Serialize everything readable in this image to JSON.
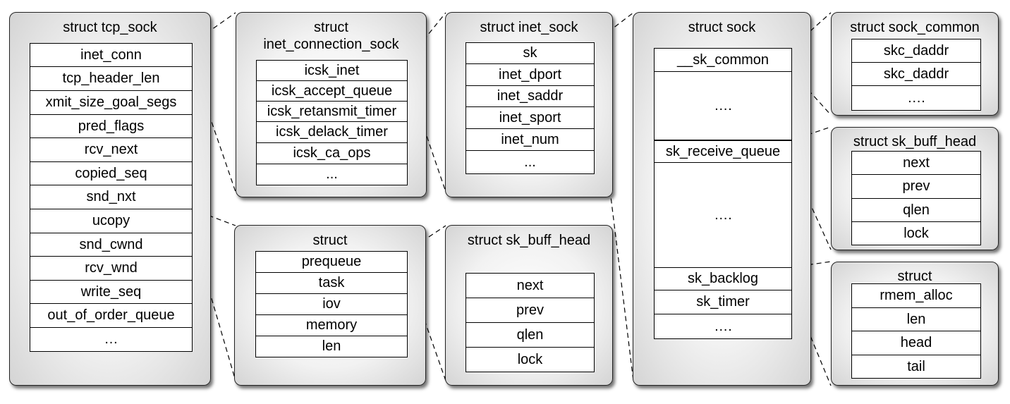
{
  "tcp_sock": {
    "title": "struct tcp_sock",
    "fields": [
      "inet_conn",
      "tcp_header_len",
      "xmit_size_goal_segs",
      "pred_flags",
      "rcv_next",
      "copied_seq",
      "snd_nxt",
      "ucopy",
      "snd_cwnd",
      "rcv_wnd",
      "write_seq",
      "out_of_order_queue",
      "…"
    ]
  },
  "inet_connection_sock": {
    "title": "struct\ninet_connection_sock",
    "fields": [
      "icsk_inet",
      "icsk_accept_queue",
      "icsk_retansmit_timer",
      "icsk_delack_timer",
      "icsk_ca_ops",
      "..."
    ]
  },
  "inet_sock": {
    "title": "struct inet_sock",
    "fields": [
      "sk",
      "inet_dport",
      "inet_saddr",
      "inet_sport",
      "inet_num",
      "..."
    ]
  },
  "ucopy_struct": {
    "title": "struct",
    "fields": [
      "prequeue",
      "task",
      "iov",
      "memory",
      "len"
    ]
  },
  "sk_buff_head_left": {
    "title": "struct sk_buff_head",
    "fields": [
      "next",
      "prev",
      "qlen",
      "lock"
    ]
  },
  "sock": {
    "title": "struct sock",
    "fields": [
      "__sk_common",
      "….",
      "sk_receive_queue",
      "….",
      "sk_backlog",
      "sk_timer",
      "…."
    ]
  },
  "sock_common": {
    "title": "struct sock_common",
    "fields": [
      "skc_daddr",
      "skc_daddr",
      "…."
    ]
  },
  "sk_buff_head_right": {
    "title": "struct sk_buff_head",
    "fields": [
      "next",
      "prev",
      "qlen",
      "lock"
    ]
  },
  "backlog_struct": {
    "title": "struct",
    "fields": [
      "rmem_alloc",
      "len",
      "head",
      "tail"
    ]
  }
}
